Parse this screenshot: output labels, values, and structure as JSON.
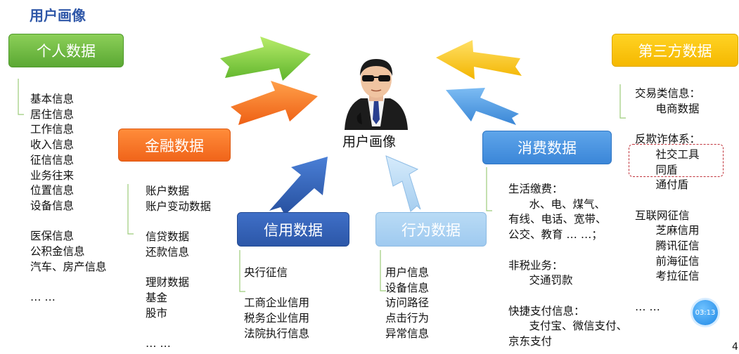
{
  "title": "用户画像",
  "center_label": "用户画像",
  "categories": {
    "personal": {
      "label": "个人数据",
      "items": [
        "基本信息",
        "居住信息",
        "工作信息",
        "收入信息",
        "征信信息",
        "业务往来",
        "位置信息",
        "设备信息",
        "",
        "医保信息",
        "公积金信息",
        "汽车、房产信息",
        "",
        "… …"
      ],
      "color": "#6abf3f"
    },
    "financial": {
      "label": "金融数据",
      "items": [
        "账户数据",
        "账户变动数据",
        "",
        "信贷数据",
        "还款信息",
        "",
        "理财数据",
        "基金",
        "股市",
        "",
        "… …"
      ],
      "color": "#f47120"
    },
    "credit": {
      "label": "信用数据",
      "items": [
        "央行征信",
        "",
        "工商企业信用",
        "税务企业信用",
        "法院执行信息"
      ],
      "color": "#2f5fb5"
    },
    "behavior": {
      "label": "行为数据",
      "items": [
        "用户信息",
        "设备信息",
        "访问路径",
        "点击行为",
        "异常信息"
      ],
      "color": "#a8d1f2"
    },
    "consumption": {
      "label": "消费数据",
      "items": [
        "生活缴费：",
        "      水、电、煤气、",
        "有线、电话、宽带、",
        "公交、教育 … …；",
        "",
        "非税业务：",
        "      交通罚款",
        "",
        "快捷支付信息：",
        "      支付宝、微信支付、",
        "京东支付"
      ],
      "color": "#4894e0"
    },
    "third_party": {
      "label": "第三方数据",
      "items": [
        "交易类信息：",
        "      电商数据",
        "",
        "反欺诈体系：",
        "      社交工具",
        "      同盾",
        "      通付盾",
        "",
        "互联网征信",
        "      芝麻信用",
        "      腾讯征信",
        "      前海征信",
        "      考拉征信",
        "",
        "… …"
      ],
      "color": "#fdc30e"
    }
  },
  "timer": "03:13",
  "page_number": "4",
  "icons": {
    "center": "person-with-sunglasses-icon",
    "arrows": "arrow-icon"
  }
}
